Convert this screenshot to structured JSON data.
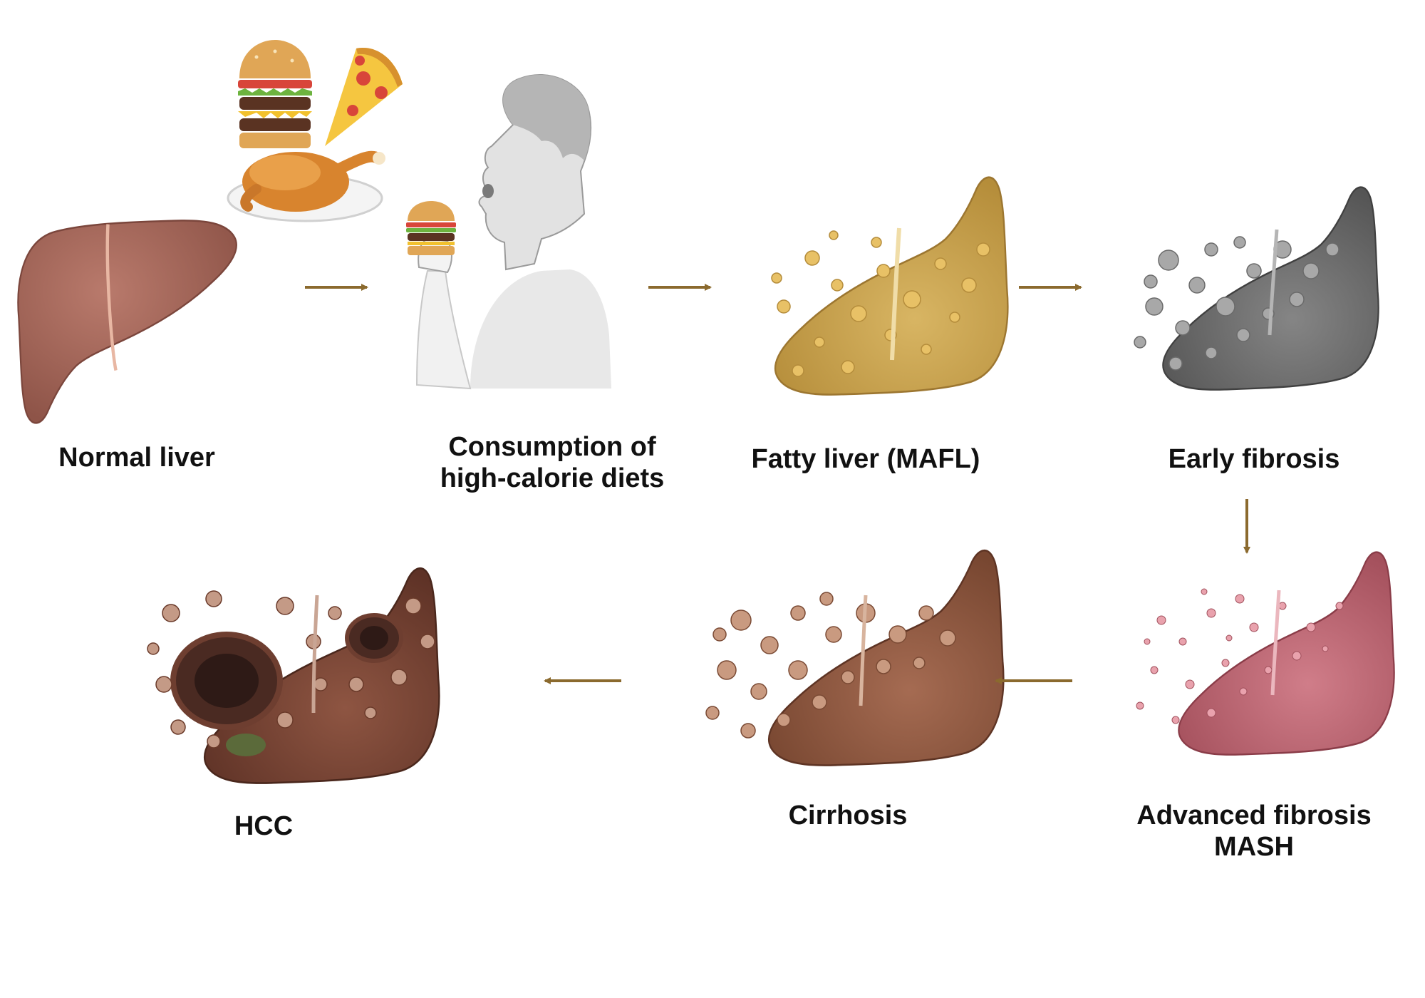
{
  "stages": [
    {
      "id": "normal",
      "label": "Normal liver"
    },
    {
      "id": "diet",
      "label_lines": [
        "Consumption of",
        "high-calorie diets"
      ]
    },
    {
      "id": "mafl",
      "label": "Fatty liver (MAFL)"
    },
    {
      "id": "early",
      "label": "Early fibrosis"
    },
    {
      "id": "mash",
      "label_lines": [
        "Advanced fibrosis",
        "MASH"
      ]
    },
    {
      "id": "cirrhosis",
      "label": "Cirrhosis"
    },
    {
      "id": "hcc",
      "label": "HCC"
    }
  ],
  "colors": {
    "arrow": "#8B6A2E",
    "normal": "#A66A5E",
    "fatty": "#C9A24E",
    "early": "#6E6E6E",
    "mash": "#C06A76",
    "cirrhosis": "#8E5A45",
    "hcc": "#7A4535",
    "person": "#C8C8C8"
  }
}
